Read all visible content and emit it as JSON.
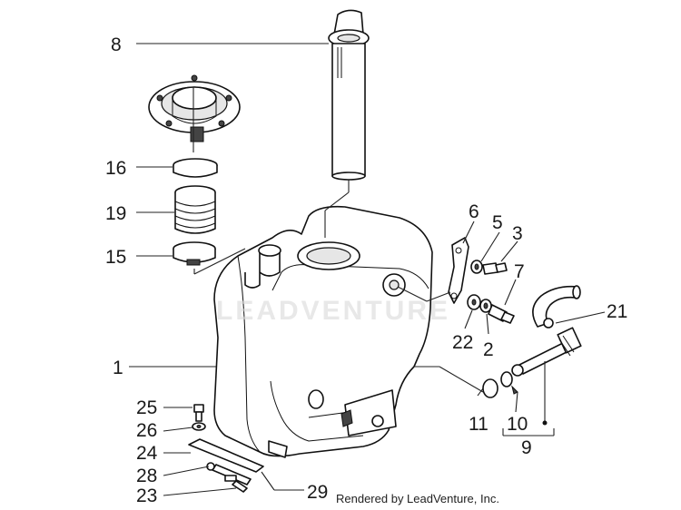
{
  "callouts": {
    "c1": "1",
    "c2": "2",
    "c3": "3",
    "c5": "5",
    "c6": "6",
    "c7": "7",
    "c8": "8",
    "c9": "9",
    "c10": "10",
    "c11": "11",
    "c15": "15",
    "c16": "16",
    "c19": "19",
    "c21": "21",
    "c22": "22",
    "c23": "23",
    "c24": "24",
    "c25": "25",
    "c26": "26",
    "c28": "28",
    "c29": "29"
  },
  "watermark": "LEADVENTURE",
  "credit": "Rendered by LeadVenture, Inc."
}
